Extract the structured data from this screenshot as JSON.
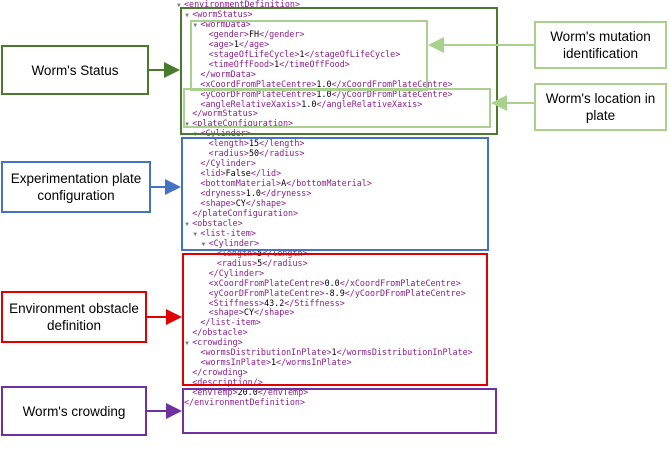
{
  "colors": {
    "status": "#4a7a2c",
    "sub": "#a9d18e",
    "plate": "#4472c4",
    "obstacle": "#e00000",
    "crowding": "#7030a0",
    "tag": "#8b1e8b"
  },
  "labels": {
    "worm_status": "Worm's Status",
    "mutation": "Worm's mutation identification",
    "location": "Worm's location in plate",
    "plate": "Experimentation plate configuration",
    "obstacle": "Environment obstacle definition",
    "crowding": "Worm's crowding"
  },
  "xml_lines": [
    {
      "indent": 0,
      "arrow": true,
      "open": "environmentDefinition",
      "value": "",
      "close": ""
    },
    {
      "indent": 1,
      "arrow": true,
      "open": "wormStatus",
      "value": "",
      "close": ""
    },
    {
      "indent": 2,
      "arrow": true,
      "open": "wormData",
      "value": "",
      "close": ""
    },
    {
      "indent": 3,
      "arrow": false,
      "open": "gender",
      "value": "FH",
      "close": "gender"
    },
    {
      "indent": 3,
      "arrow": false,
      "open": "age",
      "value": "1",
      "close": "age"
    },
    {
      "indent": 3,
      "arrow": false,
      "open": "stageOfLifeCycle",
      "value": "1",
      "close": "stageOfLifeCycle"
    },
    {
      "indent": 3,
      "arrow": false,
      "open": "timeOffFood",
      "value": "1",
      "close": "timeOffFood"
    },
    {
      "indent": 2,
      "arrow": false,
      "open": "",
      "value": "",
      "close": "wormData"
    },
    {
      "indent": 2,
      "arrow": false,
      "open": "xCoordFromPlateCentre",
      "value": "1.0",
      "close": "xCoordFromPlateCentre"
    },
    {
      "indent": 2,
      "arrow": false,
      "open": "yCoorDFromPlateCentre",
      "value": "1.0",
      "close": "yCoorDFromPlateCentre"
    },
    {
      "indent": 2,
      "arrow": false,
      "open": "angleRelativeXaxis",
      "value": "1.0",
      "close": "angleRelativeXaxis"
    },
    {
      "indent": 1,
      "arrow": false,
      "open": "",
      "value": "",
      "close": "wormStatus"
    },
    {
      "indent": 1,
      "arrow": true,
      "open": "plateConfiguration",
      "value": "",
      "close": ""
    },
    {
      "indent": 2,
      "arrow": true,
      "open": "Cylinder",
      "value": "",
      "close": ""
    },
    {
      "indent": 3,
      "arrow": false,
      "open": "length",
      "value": "15",
      "close": "length"
    },
    {
      "indent": 3,
      "arrow": false,
      "open": "radius",
      "value": "50",
      "close": "radius"
    },
    {
      "indent": 2,
      "arrow": false,
      "open": "",
      "value": "",
      "close": "Cylinder"
    },
    {
      "indent": 2,
      "arrow": false,
      "open": "lid",
      "value": "False",
      "close": "lid"
    },
    {
      "indent": 2,
      "arrow": false,
      "open": "bottomMaterial",
      "value": "A",
      "close": "bottomMaterial"
    },
    {
      "indent": 2,
      "arrow": false,
      "open": "dryness",
      "value": "1.0",
      "close": "dryness"
    },
    {
      "indent": 2,
      "arrow": false,
      "open": "shape",
      "value": "CY",
      "close": "shape"
    },
    {
      "indent": 1,
      "arrow": false,
      "open": "",
      "value": "",
      "close": "plateConfiguration"
    },
    {
      "indent": 1,
      "arrow": true,
      "open": "obstacle",
      "value": "",
      "close": ""
    },
    {
      "indent": 2,
      "arrow": true,
      "open": "list-item",
      "value": "",
      "close": ""
    },
    {
      "indent": 3,
      "arrow": true,
      "open": "Cylinder",
      "value": "",
      "close": ""
    },
    {
      "indent": 4,
      "arrow": false,
      "open": "length",
      "value": "5",
      "close": "length"
    },
    {
      "indent": 4,
      "arrow": false,
      "open": "radius",
      "value": "5",
      "close": "radius"
    },
    {
      "indent": 3,
      "arrow": false,
      "open": "",
      "value": "",
      "close": "Cylinder"
    },
    {
      "indent": 3,
      "arrow": false,
      "open": "xCoordFromPlateCentre",
      "value": "0.0",
      "close": "xCoordFromPlateCentre"
    },
    {
      "indent": 3,
      "arrow": false,
      "open": "yCoorDFromPlateCentre",
      "value": "-8.9",
      "close": "yCoorDFromPlateCentre"
    },
    {
      "indent": 3,
      "arrow": false,
      "open": "Stiffness",
      "value": "43.2",
      "close": "Stiffness"
    },
    {
      "indent": 3,
      "arrow": false,
      "open": "shape",
      "value": "CY",
      "close": "shape"
    },
    {
      "indent": 2,
      "arrow": false,
      "open": "",
      "value": "",
      "close": "list-item"
    },
    {
      "indent": 1,
      "arrow": false,
      "open": "",
      "value": "",
      "close": "obstacle"
    },
    {
      "indent": 1,
      "arrow": true,
      "open": "crowding",
      "value": "",
      "close": ""
    },
    {
      "indent": 2,
      "arrow": false,
      "open": "wormsDistributionInPlate",
      "value": "1",
      "close": "wormsDistributionInPlate"
    },
    {
      "indent": 2,
      "arrow": false,
      "open": "wormsInPlate",
      "value": "1",
      "close": "wormsInPlate"
    },
    {
      "indent": 1,
      "arrow": false,
      "open": "",
      "value": "",
      "close": "crowding"
    },
    {
      "indent": 1,
      "arrow": false,
      "open": "description/",
      "value": "",
      "close": ""
    },
    {
      "indent": 1,
      "arrow": false,
      "open": "envTemp",
      "value": "20.0",
      "close": "envTemp"
    },
    {
      "indent": 0,
      "arrow": false,
      "open": "",
      "value": "",
      "close": "environmentDefinition"
    }
  ]
}
